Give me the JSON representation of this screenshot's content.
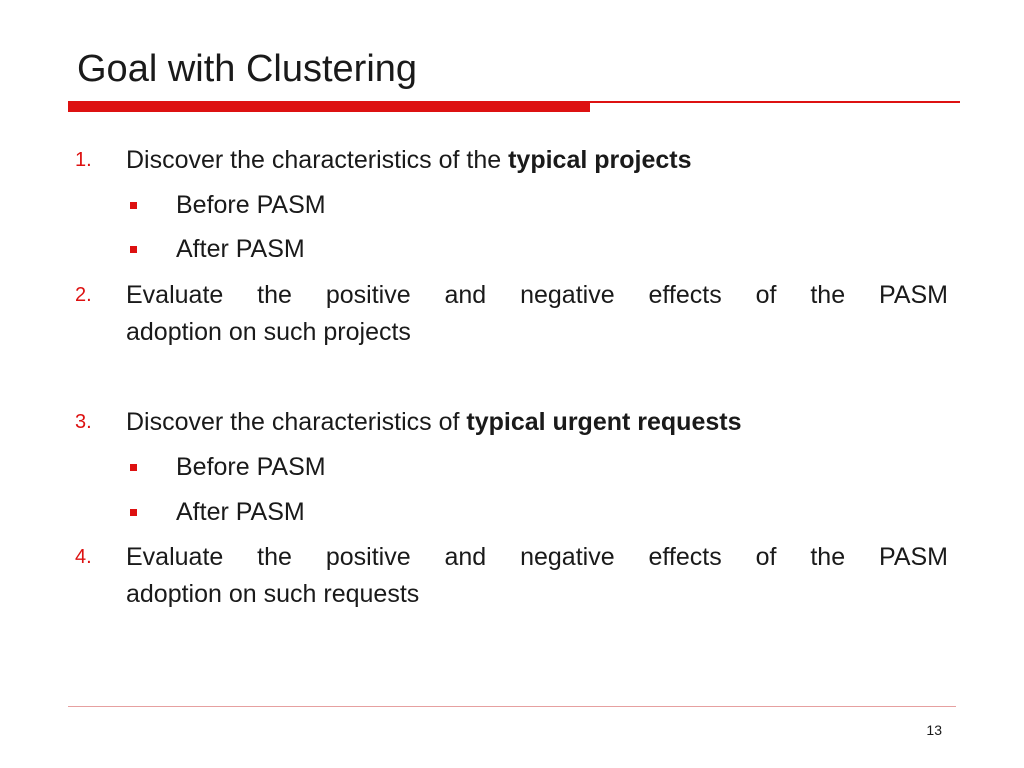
{
  "slide": {
    "title": "Goal with Clustering",
    "page_number": "13",
    "accent_color": "#dd1111",
    "items": [
      {
        "number": "1.",
        "text_before": "Discover the characteristics of the ",
        "text_bold": "typical projects",
        "subitems": [
          "Before PASM",
          "After PASM"
        ]
      },
      {
        "number": "2.",
        "line1": "Evaluate the positive and negative effects of the PASM",
        "line2": "adoption on such projects"
      },
      {
        "number": "3.",
        "text_before": "Discover the characteristics of ",
        "text_bold": "typical urgent requests",
        "subitems": [
          "Before PASM",
          "After PASM"
        ]
      },
      {
        "number": "4.",
        "line1": "Evaluate the positive and negative effects of the PASM",
        "line2": "adoption on such requests"
      }
    ]
  }
}
